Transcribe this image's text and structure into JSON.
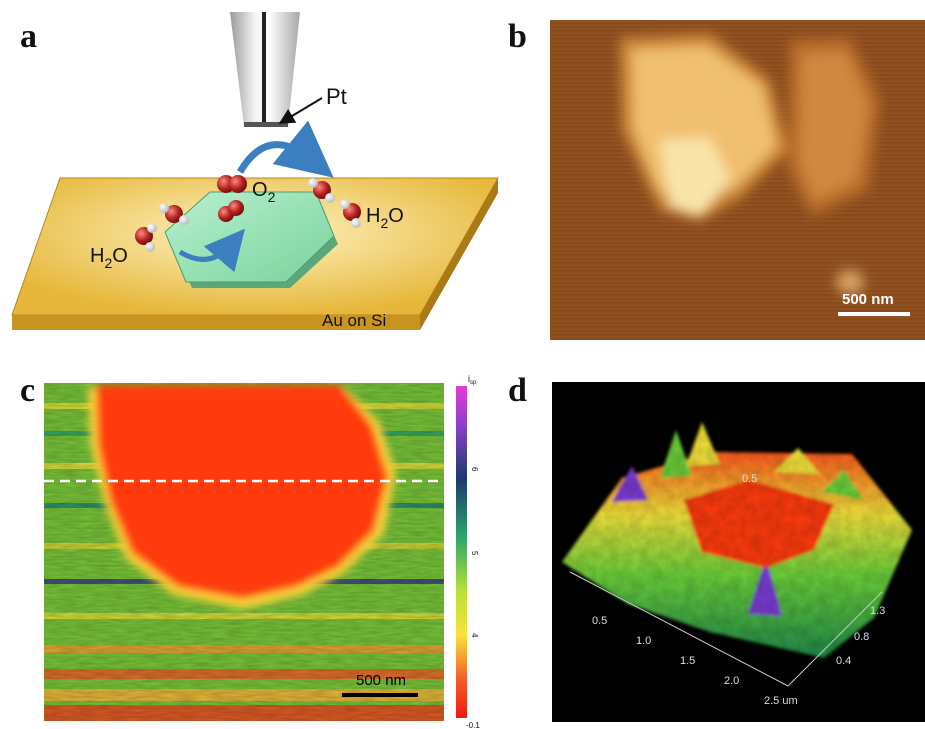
{
  "panels": {
    "a": {
      "letter": "a",
      "tip_label": "Pt",
      "o2_label": "O",
      "o2_sub": "2",
      "water_right_main": "H",
      "water_right_sub": "2",
      "water_right_end": "O",
      "water_left_main": "H",
      "water_left_sub": "2",
      "water_left_end": "O",
      "substrate_label": "Au on Si",
      "colors": {
        "substrate": "#e8b93a",
        "flake": "#7fd7a3",
        "arrow": "#3c7fc0",
        "oxygen": "#b0201e"
      }
    },
    "b": {
      "letter": "b",
      "scalebar": "500 nm"
    },
    "c": {
      "letter": "c",
      "scalebar": "500 nm",
      "colorbar_top": "i",
      "colorbar_top_sub": "sp",
      "colorbar_ticks": [
        "6",
        "5",
        "4"
      ],
      "colorbar_bottom": "-0.1"
    },
    "d": {
      "letter": "d",
      "x_ticks": [
        "0.5",
        "1.0",
        "1.5",
        "2.0",
        "2.5 um"
      ],
      "y_ticks": [
        "1.3",
        "0.8",
        "0.4"
      ],
      "z_tick": "0.5"
    }
  }
}
